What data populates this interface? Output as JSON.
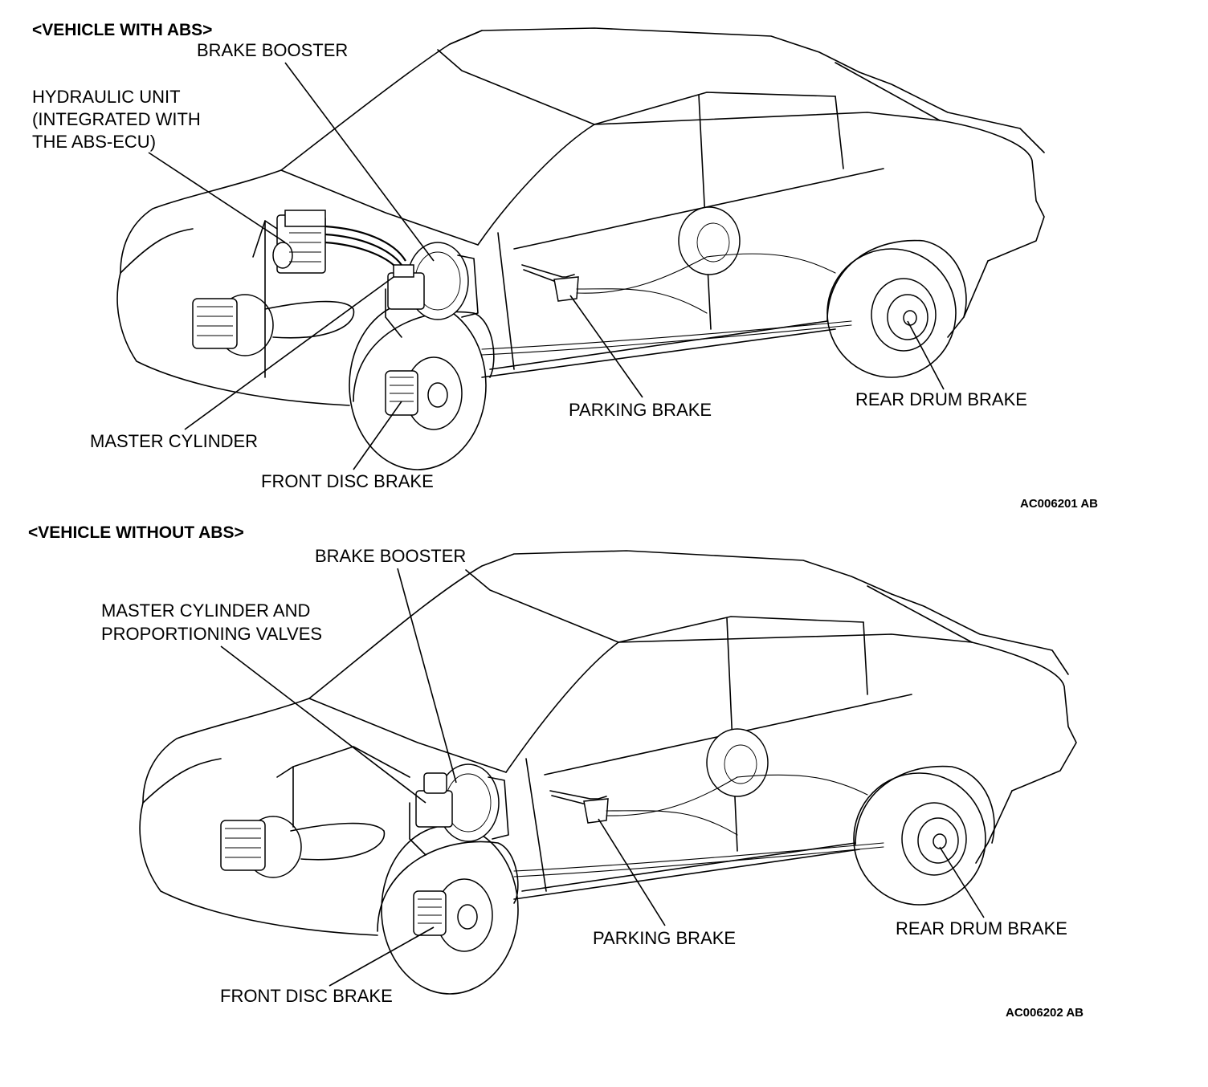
{
  "diagram_top": {
    "header": "<VEHICLE WITH ABS>",
    "labels": {
      "brake_booster": "BRAKE BOOSTER",
      "hydraulic_unit": [
        "HYDRAULIC UNIT",
        "(INTEGRATED WITH",
        "THE ABS-ECU)"
      ],
      "master_cylinder": "MASTER CYLINDER",
      "front_disc_brake": "FRONT DISC BRAKE",
      "parking_brake": "PARKING BRAKE",
      "rear_drum_brake": "REAR DRUM BRAKE"
    },
    "figure_code": "AC006201 AB"
  },
  "diagram_bottom": {
    "header": "<VEHICLE WITHOUT ABS>",
    "labels": {
      "brake_booster": "BRAKE BOOSTER",
      "master_cylinder_valves": [
        "MASTER CYLINDER AND",
        "PROPORTIONING VALVES"
      ],
      "front_disc_brake": "FRONT DISC BRAKE",
      "parking_brake": "PARKING BRAKE",
      "rear_drum_brake": "REAR DRUM BRAKE"
    },
    "figure_code": "AC006202 AB"
  }
}
